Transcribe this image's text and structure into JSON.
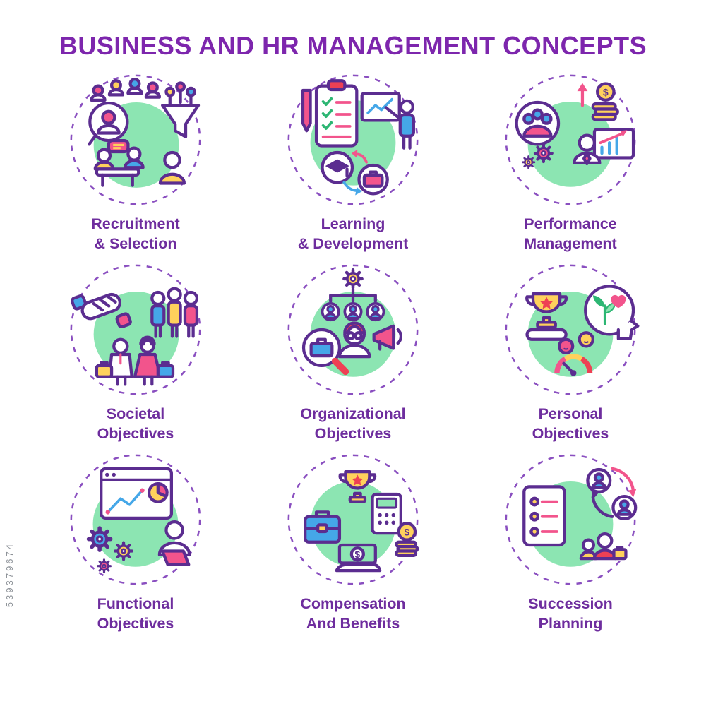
{
  "title": "BUSINESS AND HR MANAGEMENT CONCEPTS",
  "watermark": {
    "id": "539379674"
  },
  "glyphs": {
    "dollar": "$"
  },
  "colors": {
    "title_purple": "#7d26ad",
    "label_purple": "#6e2d9e",
    "line_purple": "#5b2d90",
    "mint_green": "#8ce5b2",
    "pink": "#f2548c",
    "red": "#ee4054",
    "yellow": "#ffd15c",
    "blue": "#45a7e8"
  },
  "concepts": [
    {
      "label": "Recruitment\n& Selection",
      "icon": "recruitment-selection-icon"
    },
    {
      "label": "Learning\n& Development",
      "icon": "learning-development-icon"
    },
    {
      "label": "Performance\nManagement",
      "icon": "performance-management-icon"
    },
    {
      "label": "Societal\nObjectives",
      "icon": "societal-objectives-icon"
    },
    {
      "label": "Organizational\nObjectives",
      "icon": "organizational-objectives-icon"
    },
    {
      "label": "Personal\nObjectives",
      "icon": "personal-objectives-icon"
    },
    {
      "label": "Functional\nObjectives",
      "icon": "functional-objectives-icon"
    },
    {
      "label": "Compensation\nAnd Benefits",
      "icon": "compensation-benefits-icon"
    },
    {
      "label": "Succession\nPlanning",
      "icon": "succession-planning-icon"
    }
  ]
}
